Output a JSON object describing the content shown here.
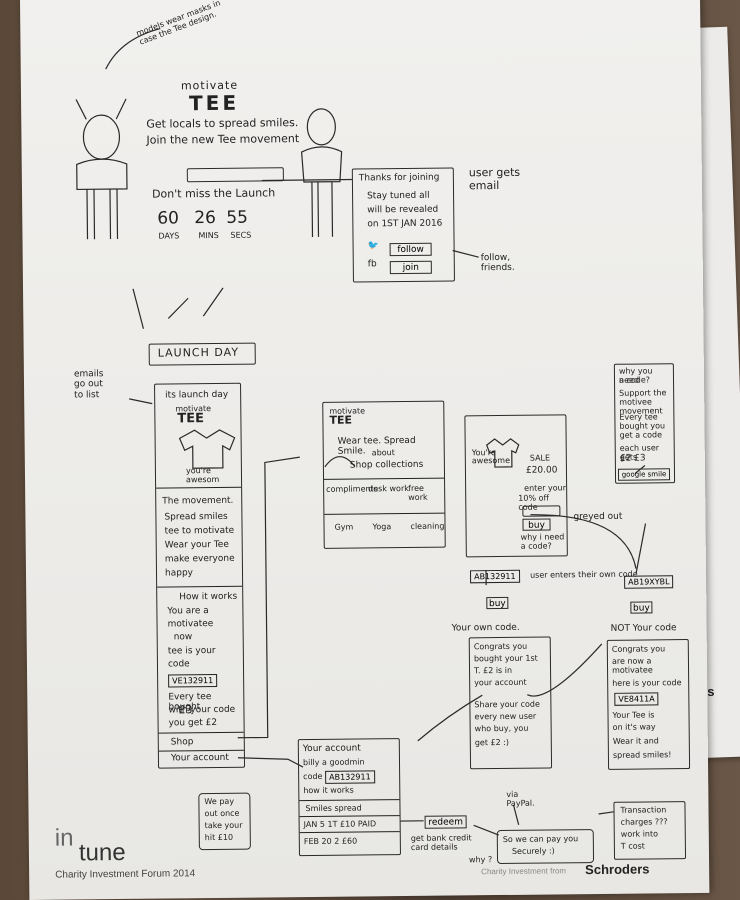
{
  "sketch": {
    "note_top": "models wear masks in case the Tee design.",
    "motivate": "motivate",
    "tee": "TEE",
    "tagline_1": "Get locals to spread smiles.",
    "tagline_2": "Join the new Tee movement",
    "dont_miss": "Don't miss the Launch",
    "countdown": [
      {
        "value": "60",
        "unit": "DAYS"
      },
      {
        "value": "26",
        "unit": "MINS"
      },
      {
        "value": "55",
        "unit": "SECS"
      }
    ],
    "thanks_box": {
      "lines": [
        "Thanks for joining",
        "Stay tuned all",
        "will be revealed",
        "on 1ST JAN 2016"
      ],
      "twitter_btn": "follow",
      "fb_label": "fb",
      "fb_btn": "join"
    },
    "user_gets_email": "user gets email",
    "follow_friends": "follow, friends.",
    "launch_day": "LAUNCH DAY",
    "emails_note": "emails go out to list",
    "email_col": {
      "launch_1": "its launch day",
      "motivate": "motivate",
      "tee": "TEE",
      "youre_awesome": "you're awesom",
      "movement_heading": "The movement.",
      "movement_lines": [
        "Spread smiles",
        "tee to motivate",
        "Wear your Tee",
        "make everyone",
        "happy"
      ],
      "how_heading": "How it works",
      "how_lines": [
        "You are a",
        "motivatee",
        "now",
        "tee is your",
        "code"
      ],
      "code": "VE132911",
      "every_lines": [
        "Every tee bought",
        "with your code",
        "you get £2"
      ],
      "amount": "£3",
      "shop": "Shop",
      "account": "Your account"
    },
    "site_box": {
      "motivate": "motivate",
      "tee": "TEE",
      "wear": "Wear tee. Spread Smile.",
      "about": "about",
      "shop_collection": "Shop collections",
      "cats": [
        "compliments",
        "desk work",
        "free work",
        "Gym",
        "Yoga",
        "cleaning"
      ]
    },
    "product_box": {
      "youre": "You're",
      "awesome": "awesome",
      "sale": "SALE",
      "price": "£20.00",
      "enter": "enter your",
      "off": "10% off code",
      "buy": "buy",
      "why": "why i need a code?",
      "greyed_out": "greyed out"
    },
    "right_box": {
      "lines": [
        "why you need",
        "a code?",
        "Support the",
        "motivee movement",
        "Every tee",
        "bought you",
        "get a code",
        "each user gets",
        "£2 £3"
      ],
      "btn": "google smile"
    },
    "code_entered": "AB132911",
    "user_enters": "user enters their own code",
    "buy1": "buy",
    "your_code": "Your own code.",
    "box_own": {
      "lines": [
        "Congrats you",
        "bought your 1st",
        "T. £2 is in",
        "your account",
        "Share your code",
        "every new user",
        "who buy, you",
        "get £2 :)"
      ]
    },
    "code_other": "AB19XYBL",
    "buy2": "buy",
    "not_code": "NOT Your code",
    "box_not": {
      "lines": [
        "Congrats you",
        "are now a motivatee",
        "here is your code"
      ],
      "code": "VE8411A",
      "lines2": [
        "Your Tee is",
        "on it's way",
        "Wear it and",
        "spread smiles!"
      ]
    },
    "account_box": {
      "title": "Your account",
      "lines": [
        "billy a goodmin",
        "code",
        "how it works"
      ],
      "code": "AB132911",
      "smiles": "Smiles spread",
      "row1": "JAN 5 1T £10 PAID",
      "row2": "FEB 20 2 £60"
    },
    "we_pay": [
      "We pay",
      "out once",
      "take your",
      "hit £10"
    ],
    "redeem": "redeem",
    "get_bank": "get bank credit card details",
    "why": "why ?",
    "via": "via PayPal.",
    "pay_box": [
      "So we can pay you",
      "Securely :)"
    ],
    "trans_box": [
      "Transaction",
      "charges ???",
      "work into",
      "T cost"
    ],
    "footer": {
      "in": "in",
      "tune": "tune",
      "forum": "Charity Investment Forum 2014",
      "from": "Charity Investment from",
      "brand": "Schroders"
    },
    "back_brand": "rders"
  }
}
